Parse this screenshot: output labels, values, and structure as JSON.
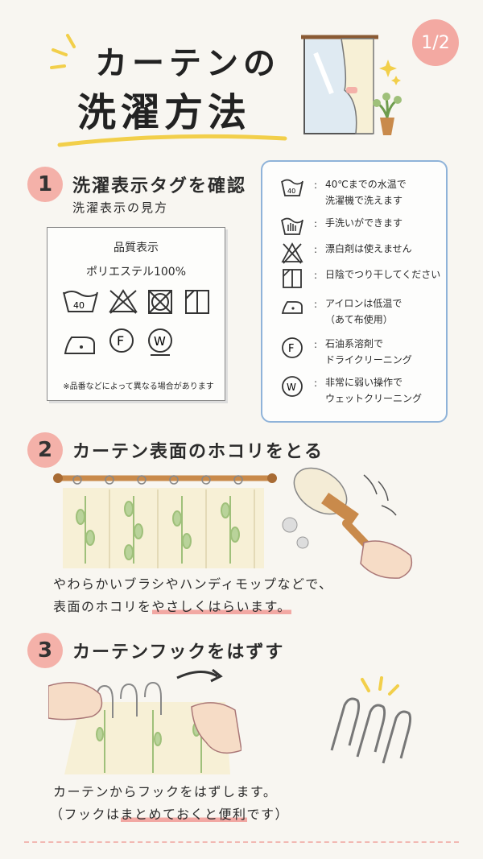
{
  "header": {
    "title_line1": "カーテンの",
    "title_line2": "洗濯方法",
    "page_indicator": "1/2"
  },
  "step1": {
    "number": "1",
    "title": "洗濯表示タグを確認",
    "subtitle": "洗濯表示の見方",
    "tag": {
      "heading": "品質表示",
      "material": "ポリエステル100%",
      "temp_label": "40",
      "dry_label": "F",
      "wet_label": "W",
      "note": "※品番などによって異なる場合があります"
    },
    "legend": [
      {
        "icon": "wash-tub-40-icon",
        "icon_label": "40",
        "text": "40℃までの水温で\n洗濯機で洗えます"
      },
      {
        "icon": "hand-wash-icon",
        "icon_label": "",
        "text": "手洗いができます"
      },
      {
        "icon": "no-bleach-icon",
        "icon_label": "",
        "text": "漂白剤は使えません"
      },
      {
        "icon": "shade-dry-icon",
        "icon_label": "",
        "text": "日陰でつり干してください"
      },
      {
        "icon": "iron-low-icon",
        "icon_label": "",
        "text": "アイロンは低温で\n（あて布使用）"
      },
      {
        "icon": "dry-clean-f-icon",
        "icon_label": "F",
        "text": "石油系溶剤で\nドライクリーニング"
      },
      {
        "icon": "wet-clean-w-icon",
        "icon_label": "W",
        "text": "非常に弱い操作で\nウェットクリーニング"
      }
    ]
  },
  "step2": {
    "number": "2",
    "title": "カーテン表面のホコリをとる",
    "text_line1": "やわらかいブラシやハンディモップなどで、",
    "text_line2_pre": "表面のホコリを",
    "text_line2_emph": "やさしくはらいます。"
  },
  "step3": {
    "number": "3",
    "title": "カーテンフックをはずす",
    "text_line1": "カーテンからフックをはずします。",
    "text_line2_pre": "（フックは",
    "text_line2_emph": "まとめておくと便利",
    "text_line2_post": "です）"
  },
  "colors": {
    "accent_pink": "#f4b1a9",
    "legend_border": "#8fb3d9",
    "yellow_sparkle": "#f2cf4a",
    "wood": "#c98a4b",
    "curtain": "#f7f0d6",
    "leaf": "#9fc07a"
  }
}
